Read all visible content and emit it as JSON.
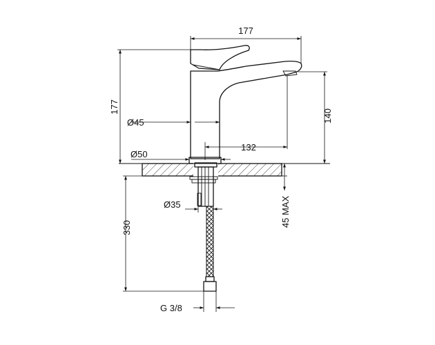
{
  "drawing": {
    "dimensions": {
      "width_total": "177",
      "height_total": "177",
      "spout_height": "140",
      "spout_reach": "132",
      "body_diameter": "Ø45",
      "base_diameter": "Ø50",
      "shank_diameter": "Ø35",
      "hose_length": "330",
      "max_deck_thickness": "45 MAX",
      "connection_thread": "G 3/8"
    },
    "colors": {
      "line": "#111111",
      "background": "#ffffff"
    }
  }
}
